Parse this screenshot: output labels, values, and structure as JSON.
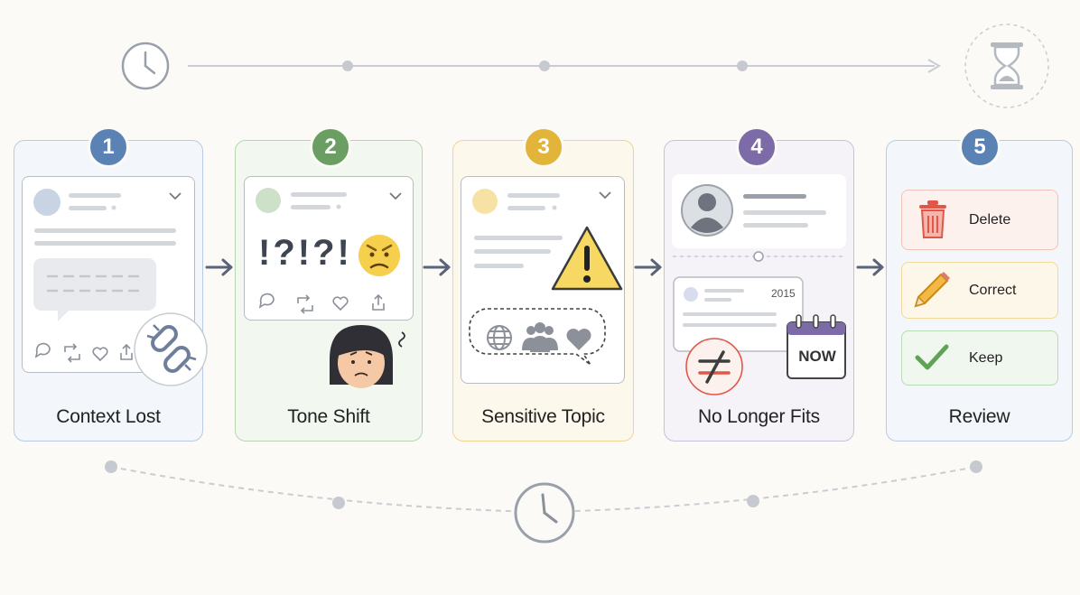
{
  "steps": [
    {
      "number": "1",
      "label": "Context Lost",
      "color": "#5a82b4",
      "bg": "#f3f6fa",
      "border": "#b8cbe2"
    },
    {
      "number": "2",
      "label": "Tone Shift",
      "color": "#6a9e62",
      "bg": "#f2f7f0",
      "border": "#b8d5b0"
    },
    {
      "number": "3",
      "label": "Sensitive Topic",
      "color": "#e3b43a",
      "bg": "#fdf8ec",
      "border": "#f0d591"
    },
    {
      "number": "4",
      "label": "No Longer Fits",
      "color": "#7c6ba7",
      "bg": "#f5f3f8",
      "border": "#c9c0dc"
    },
    {
      "number": "5",
      "label": "Review",
      "color": "#5a82b4",
      "bg": "#f3f6fa",
      "border": "#b8cbe2"
    }
  ],
  "tone_shift_text": "!?!?!",
  "no_longer_fits": {
    "year": "2015",
    "calendar_label": "NOW"
  },
  "review_actions": [
    {
      "label": "Delete",
      "icon": "trash-icon",
      "bg": "#fdf1ee",
      "border": "#f0c3b8",
      "color": "#e0574a"
    },
    {
      "label": "Correct",
      "icon": "pencil-icon",
      "bg": "#fdf7e9",
      "border": "#f2d999",
      "color": "#e9a73b"
    },
    {
      "label": "Keep",
      "icon": "check-icon",
      "bg": "#f0f7ef",
      "border": "#bcd9b6",
      "color": "#5ea454"
    }
  ],
  "icons": {
    "timeline_start": "clock-icon",
    "timeline_end": "hourglass-icon",
    "bottom": "clock-icon",
    "step1": "broken-link-icon",
    "step2": "angry-face-icon",
    "step3": "warning-icon",
    "step4": "not-equal-icon"
  }
}
